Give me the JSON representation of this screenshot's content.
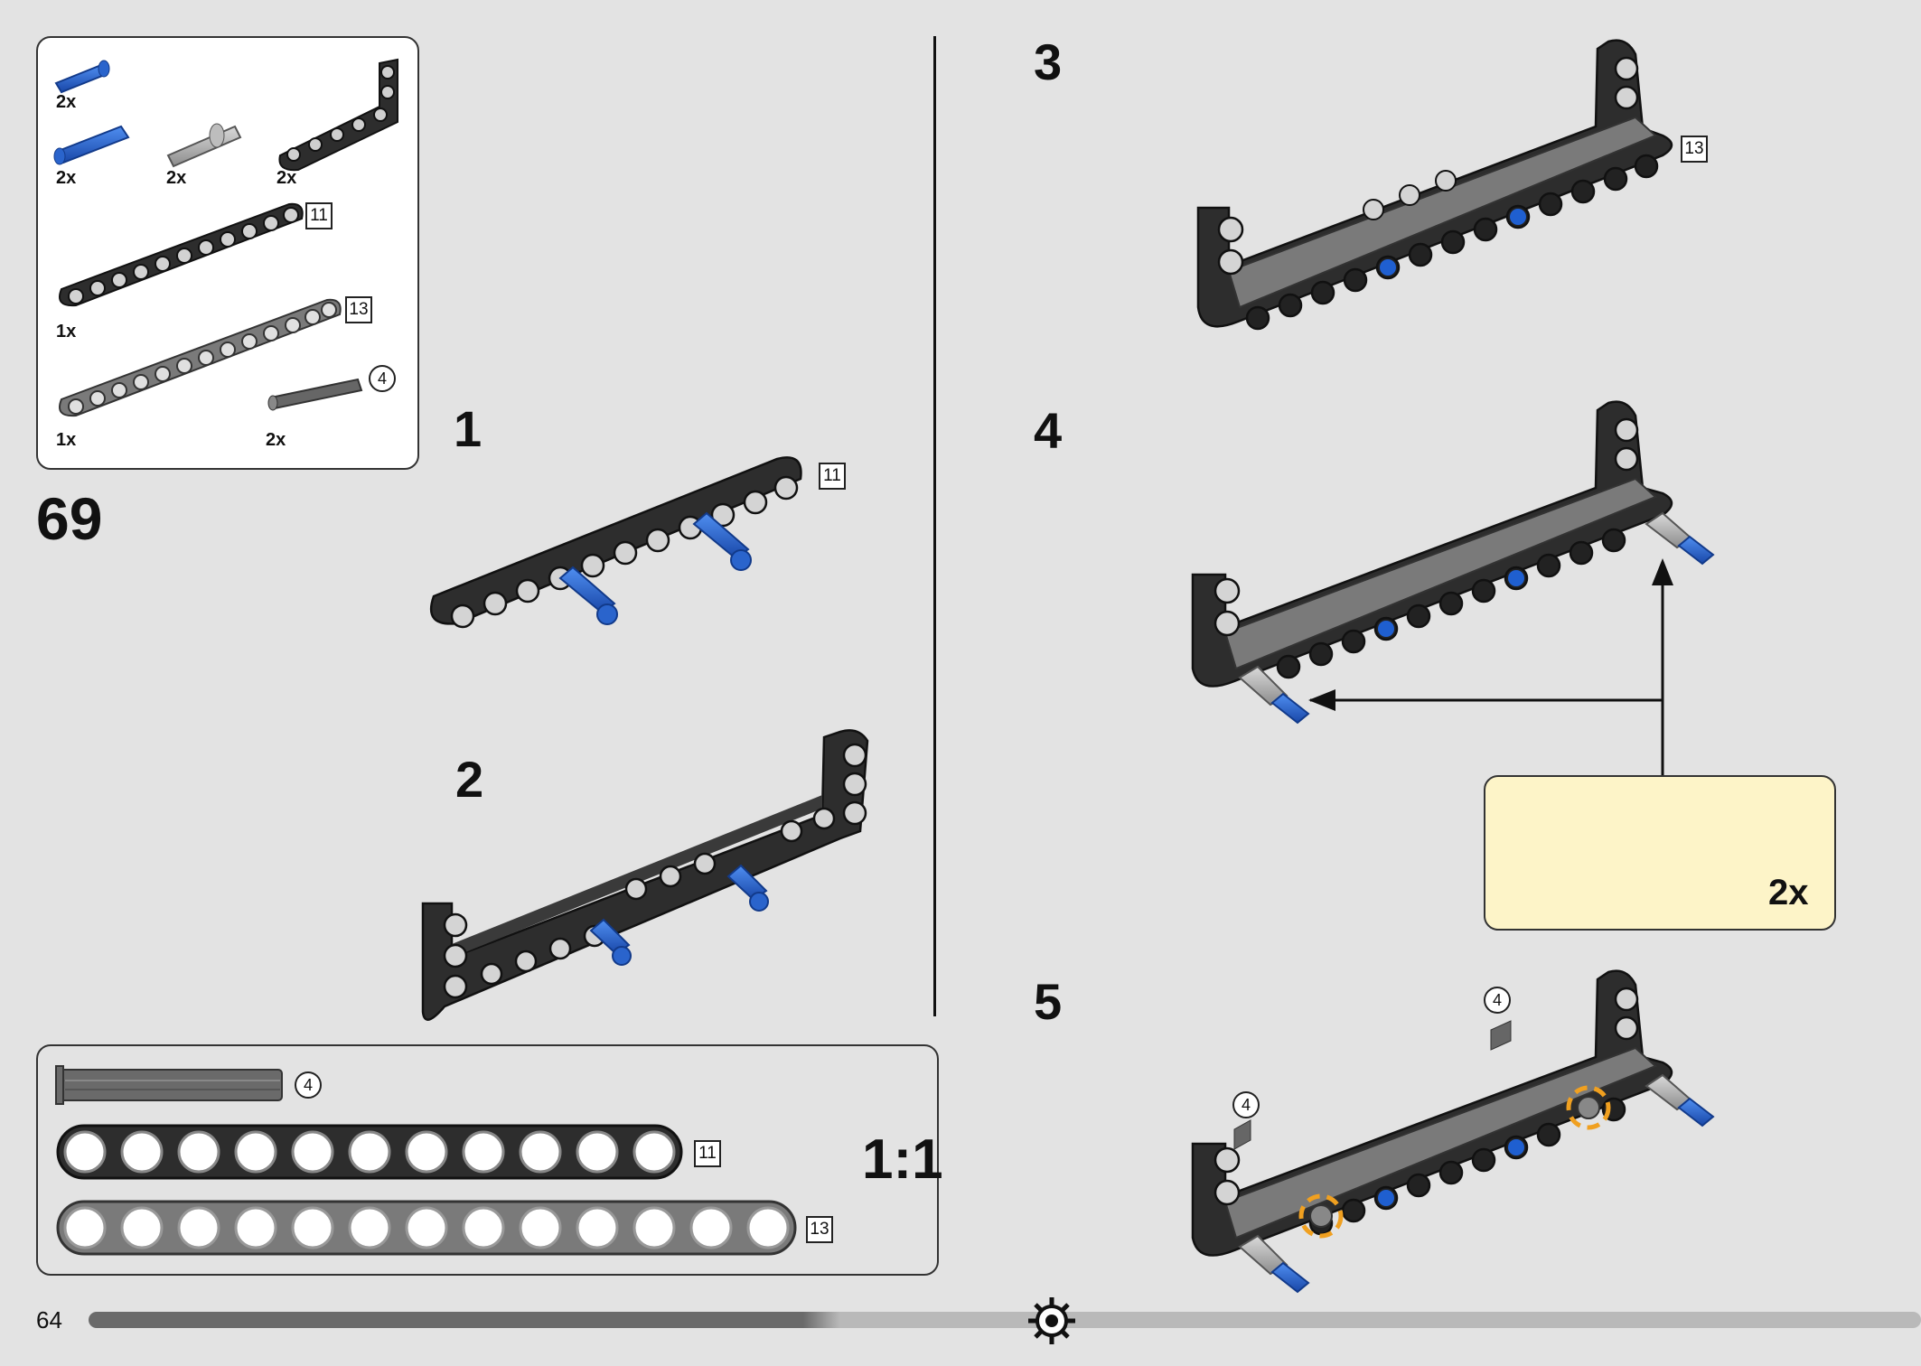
{
  "parts_list": {
    "items": [
      {
        "qty": "2x",
        "name": "blue-axle-pin"
      },
      {
        "qty": "2x",
        "name": "blue-long-pin"
      },
      {
        "qty": "2x",
        "name": "gray-pin-with-stop"
      },
      {
        "qty": "2x",
        "name": "black-l-beam"
      },
      {
        "qty": "1x",
        "name": "black-beam-11",
        "length": "11"
      },
      {
        "qty": "1x",
        "name": "gray-beam-13",
        "length": "13"
      },
      {
        "qty": "2x",
        "name": "axle-4",
        "length": "4"
      }
    ]
  },
  "set_number": "69",
  "steps": [
    {
      "number": "1",
      "length_label": "11"
    },
    {
      "number": "2"
    },
    {
      "number": "3",
      "length_label": "13"
    },
    {
      "number": "4",
      "callout_qty": "2x"
    },
    {
      "number": "5",
      "axle_labels": [
        "4",
        "4"
      ]
    }
  ],
  "scale_panel": {
    "axle_label": "4",
    "beam11_label": "11",
    "beam13_label": "13",
    "scale": "1:1"
  },
  "page_number": "64",
  "colors": {
    "background": "#e3e3e3",
    "black_beam": "#2d2d2d",
    "gray_beam": "#7a7a7a",
    "blue_pin": "#1f5fd0",
    "callout_bg": "#fdf4c8",
    "highlight_orange": "#f0a020",
    "arrow_green": "#2e9a3a"
  }
}
